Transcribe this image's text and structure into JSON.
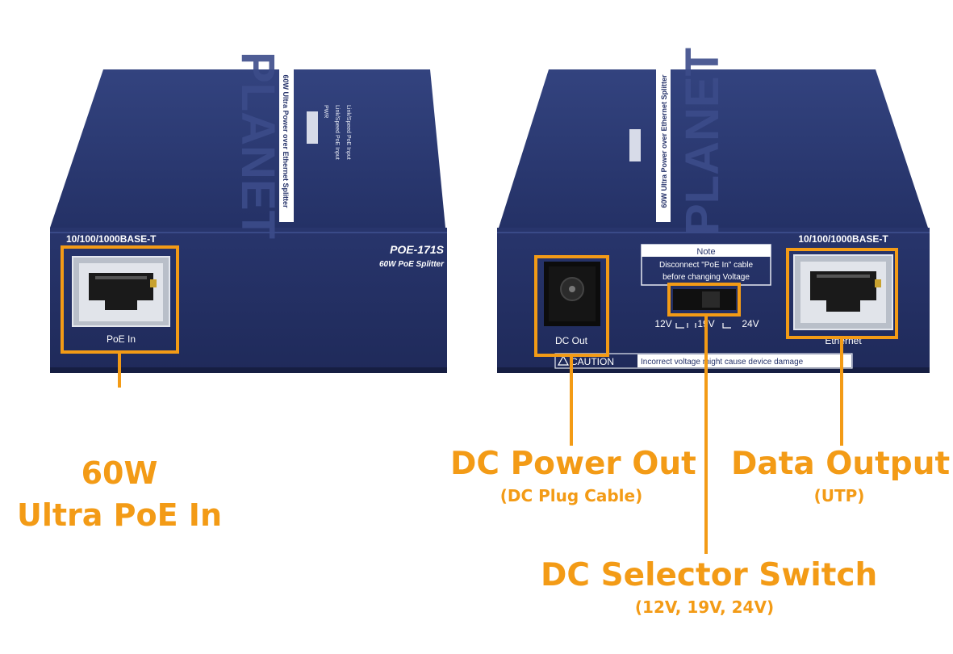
{
  "colors": {
    "device_blue": "#26336a",
    "device_blue_dark": "#1b2550",
    "device_top": "#2c3a78",
    "callout_orange": "#f39b16",
    "label_white": "#ffffff"
  },
  "left_device": {
    "brand_logo": "PLANET",
    "top_stripe": "60W Ultra Power over Ethernet Splitter",
    "top_led_text": [
      "PWR",
      "Link/Speed PoE Input",
      "Link/Speed PoE Input"
    ],
    "port_header": "10/100/1000BASE-T",
    "model": "POE-171S",
    "model_desc": "60W PoE Splitter",
    "port_label": "PoE In",
    "port_icon": "rj45-port-icon"
  },
  "right_device": {
    "brand_logo": "PLANET",
    "top_stripe": "60W Ultra Power over Ethernet Splitter",
    "port_header": "10/100/1000BASE-T",
    "note_title": "Note",
    "note_line1": "Disconnect \"PoE In\" cable",
    "note_line2": "before changing Voltage",
    "voltages": [
      "12V",
      "19V",
      "24V"
    ],
    "dc_label": "DC Out",
    "ethernet_label": "Ethernet",
    "caution_label": "CAUTION",
    "caution_text": "Incorrect voltage might cause device damage",
    "port_icon": "rj45-port-icon",
    "dc_jack_icon": "dc-jack-icon"
  },
  "callouts": {
    "poe_in_line1": "60W",
    "poe_in_line2": "Ultra PoE In",
    "dc_power_title": "DC Power Out",
    "dc_power_sub": "(DC Plug Cable)",
    "data_output_title": "Data Output",
    "data_output_sub": "(UTP)",
    "selector_title": "DC Selector Switch",
    "selector_sub": "(12V, 19V, 24V)"
  }
}
